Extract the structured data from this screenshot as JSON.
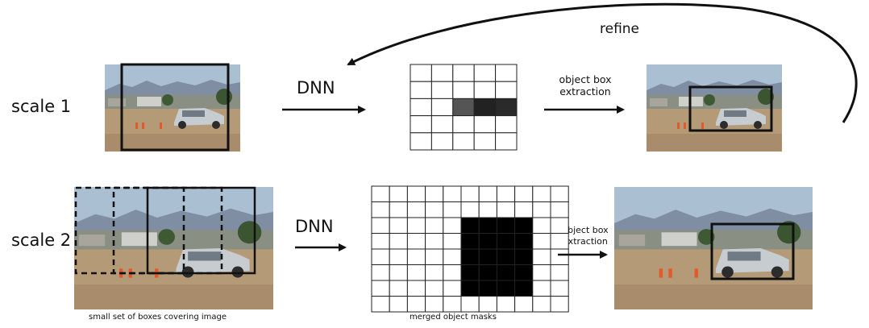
{
  "title": "",
  "rows": [
    {
      "label": "scale 1",
      "network_label": "DNN",
      "grid": {
        "rows": 5,
        "cols": 5,
        "dark_cells": [
          [
            2,
            2,
            "#555555"
          ],
          [
            2,
            3,
            "#222222"
          ],
          [
            2,
            4,
            "#2a2a2a"
          ]
        ]
      },
      "step_label": [
        "object box",
        "extraction"
      ]
    },
    {
      "label": "scale 2",
      "network_label": "DNN",
      "grid": {
        "rows": 8,
        "cols": 11,
        "dark_cells": [
          [
            2,
            5,
            "#000000"
          ],
          [
            2,
            6,
            "#000000"
          ],
          [
            2,
            7,
            "#000000"
          ],
          [
            2,
            8,
            "#000000"
          ],
          [
            3,
            5,
            "#000000"
          ],
          [
            3,
            6,
            "#000000"
          ],
          [
            3,
            7,
            "#000000"
          ],
          [
            3,
            8,
            "#000000"
          ],
          [
            4,
            5,
            "#000000"
          ],
          [
            4,
            6,
            "#000000"
          ],
          [
            4,
            7,
            "#000000"
          ],
          [
            4,
            8,
            "#000000"
          ],
          [
            5,
            5,
            "#000000"
          ],
          [
            5,
            6,
            "#000000"
          ],
          [
            5,
            7,
            "#000000"
          ],
          [
            5,
            8,
            "#000000"
          ],
          [
            6,
            5,
            "#000000"
          ],
          [
            6,
            6,
            "#000000"
          ],
          [
            6,
            7,
            "#000000"
          ],
          [
            6,
            8,
            "#000000"
          ]
        ]
      },
      "step_label": [
        "object box",
        "extraction"
      ]
    }
  ],
  "captions": {
    "boxes": "small set of boxes covering image",
    "masks": "merged object masks"
  },
  "feedback_label": "refine",
  "colors": {
    "ink": "#111111",
    "sky": "#aabfd2",
    "mountains": "#7f8ea3",
    "ground": "#b59a78",
    "car": "#c7ccd1",
    "cone": "#e2592b"
  }
}
